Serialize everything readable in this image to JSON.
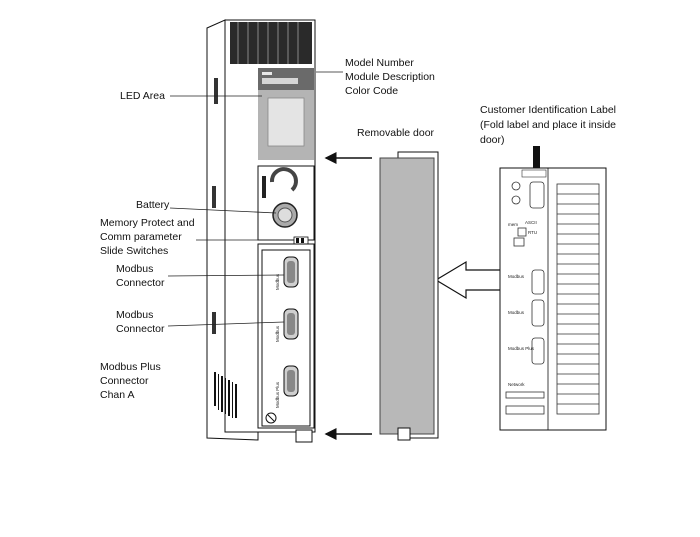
{
  "labels": {
    "model_number": "Model Number",
    "module_description": "Module Description",
    "color_code": "Color Code",
    "led_area": "LED Area",
    "removable_door": "Removable door",
    "customer_label_line1": "Customer Identification Label",
    "customer_label_line2": "(Fold label and place it inside",
    "customer_label_line3": "door)",
    "battery": "Battery",
    "memory_line1": "Memory Protect and",
    "memory_line2": "Comm parameter",
    "memory_line3": "Slide Switches",
    "modbus1_line1": "Modbus",
    "modbus1_line2": "Connector",
    "modbus2_line1": "Modbus",
    "modbus2_line2": "Connector",
    "mbplus_line1": "Modbus Plus",
    "mbplus_line2": "Connector",
    "mbplus_line3": "Chan A"
  },
  "module_text": {
    "port1": "Modbus",
    "port2": "Modbus",
    "port3": "Modbus Plus"
  },
  "door_label_text": {
    "ascii": "ASCII",
    "rtu": "RTU",
    "mem": "mem",
    "modbus1": "Modbus",
    "modbus2": "Modbus",
    "mbplus": "Modbus Plus",
    "network": "Network"
  }
}
